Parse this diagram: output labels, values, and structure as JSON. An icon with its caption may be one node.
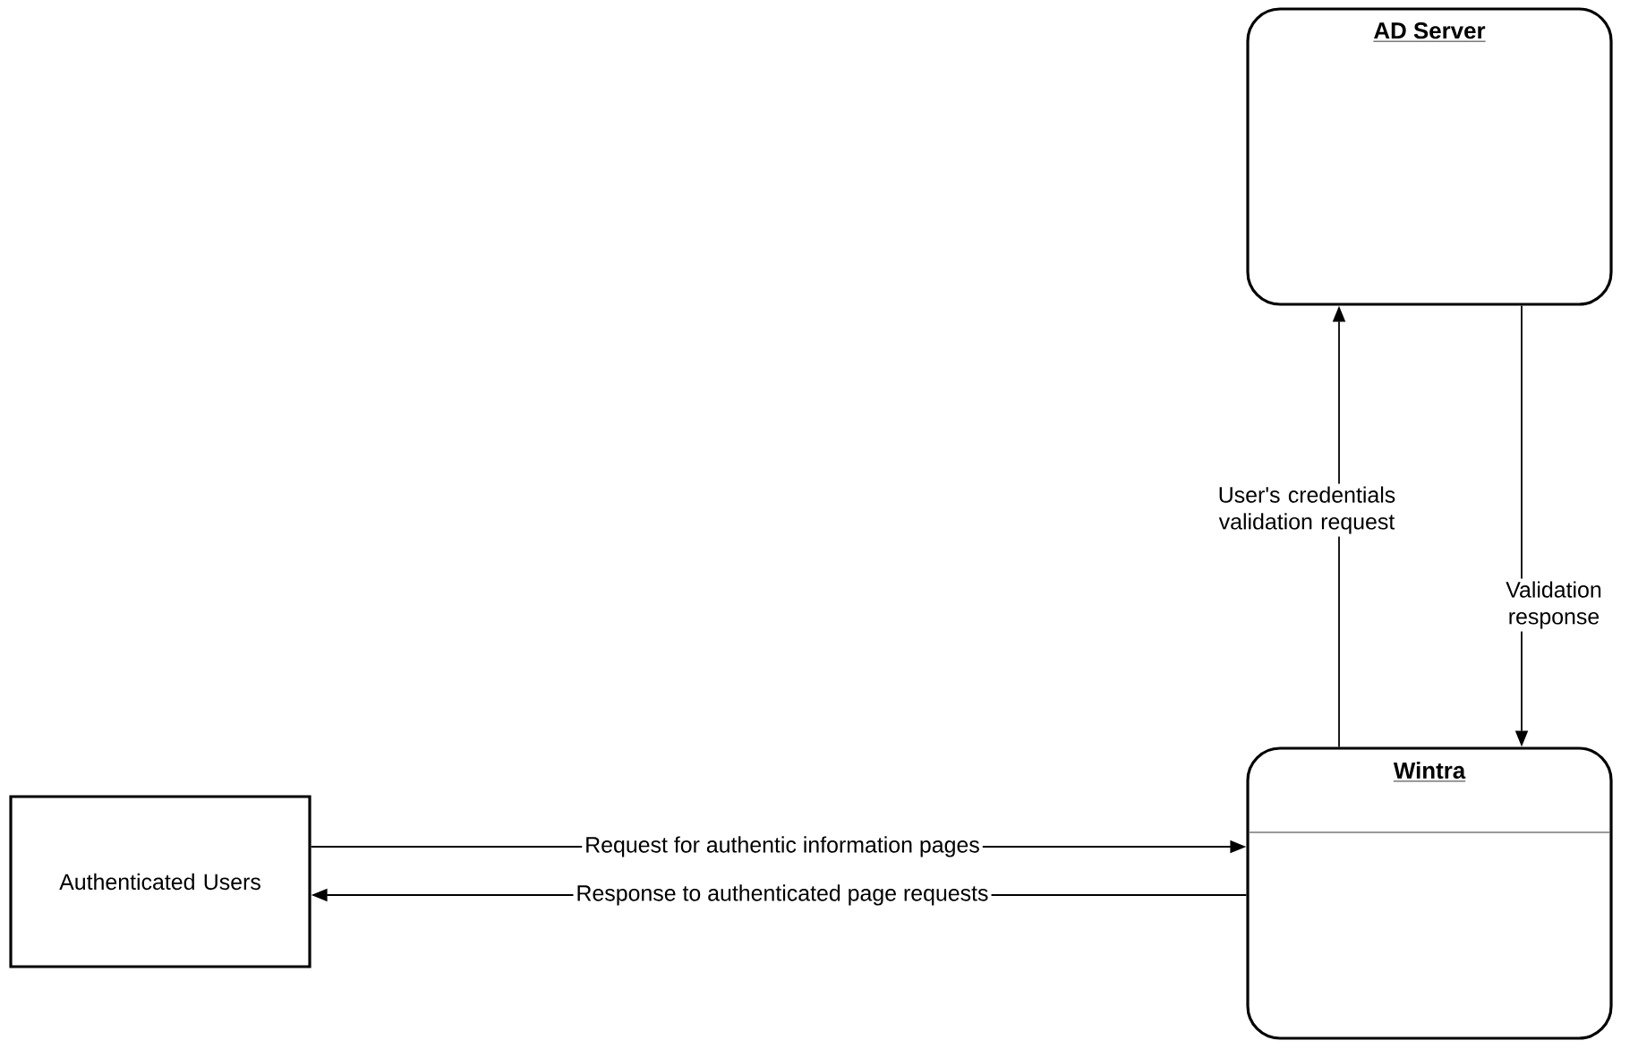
{
  "diagram": {
    "nodes": [
      {
        "text": [
          "Authenticated Users"
        ]
      },
      {
        "text": [
          "AD Server"
        ]
      },
      {
        "text": [
          "Wintra"
        ]
      }
    ],
    "edges": [
      {
        "from": 0,
        "to": 2,
        "arrow": "to",
        "label": "Request for authentic information pages"
      },
      {
        "from": 2,
        "to": 0,
        "arrow": "to",
        "label": "Response to authenticated page requests"
      },
      {
        "from": 2,
        "to": 1,
        "arrow": "to",
        "label": "User's credentials validation request"
      },
      {
        "from": 1,
        "to": 2,
        "arrow": "to",
        "label": "Validation response"
      }
    ]
  }
}
